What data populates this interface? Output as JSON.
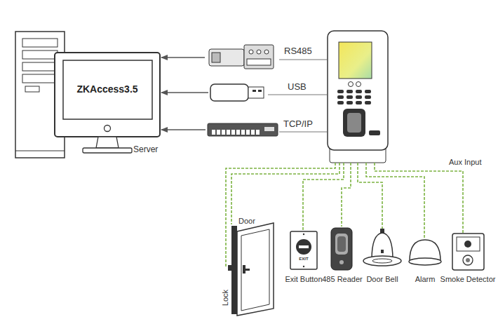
{
  "diagram": {
    "nodes": [
      {
        "text": [
          "ZKAccess3.5",
          "Server"
        ]
      },
      {
        "text": [
          "RS485"
        ]
      },
      {
        "text": [
          "USB"
        ]
      },
      {
        "text": [
          "TCP/IP"
        ]
      },
      {
        "text": [
          "Door",
          "Lock"
        ]
      },
      {
        "text": [
          "Exit Button"
        ]
      },
      {
        "text": [
          "485 Reader"
        ]
      },
      {
        "text": [
          "Door Bell"
        ]
      },
      {
        "text": [
          "Alarm"
        ]
      },
      {
        "text": [
          "Smoke Detector"
        ]
      }
    ],
    "edges": [
      {
        "from": 1,
        "to": 0,
        "arrow": "to"
      },
      {
        "from": 2,
        "to": 0,
        "arrow": "to"
      },
      {
        "from": 3,
        "to": 0,
        "arrow": "to"
      }
    ],
    "labels": [
      "Aux Input",
      "EXIT"
    ]
  }
}
